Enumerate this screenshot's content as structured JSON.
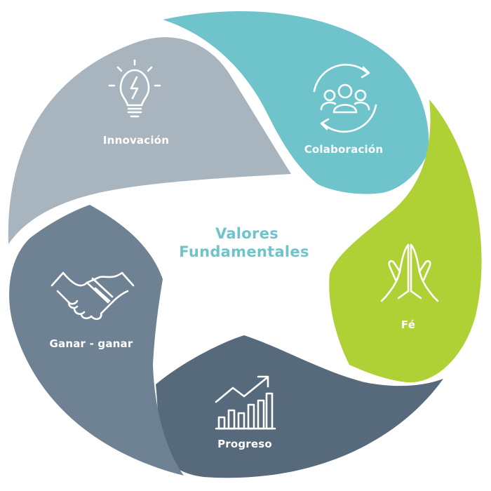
{
  "center": {
    "line1": "Valores",
    "line2": "Fundamentales"
  },
  "segments": [
    {
      "key": "innovacion",
      "label": "Innovación",
      "icon": "lightbulb-icon"
    },
    {
      "key": "colaboracion",
      "label": "Colaboración",
      "icon": "team-cycle-icon"
    },
    {
      "key": "fe",
      "label": "Fé",
      "icon": "praying-hands-icon"
    },
    {
      "key": "progreso",
      "label": "Progreso",
      "icon": "growth-chart-icon"
    },
    {
      "key": "ganar",
      "label": "Ganar - ganar",
      "icon": "handshake-icon"
    }
  ],
  "colors": {
    "innovacion": "#a8b5bf",
    "colaboracion": "#6fc4cb",
    "fe": "#afd136",
    "progreso": "#566a7c",
    "ganar": "#6f8293",
    "center_text": "#6fc4cb"
  }
}
